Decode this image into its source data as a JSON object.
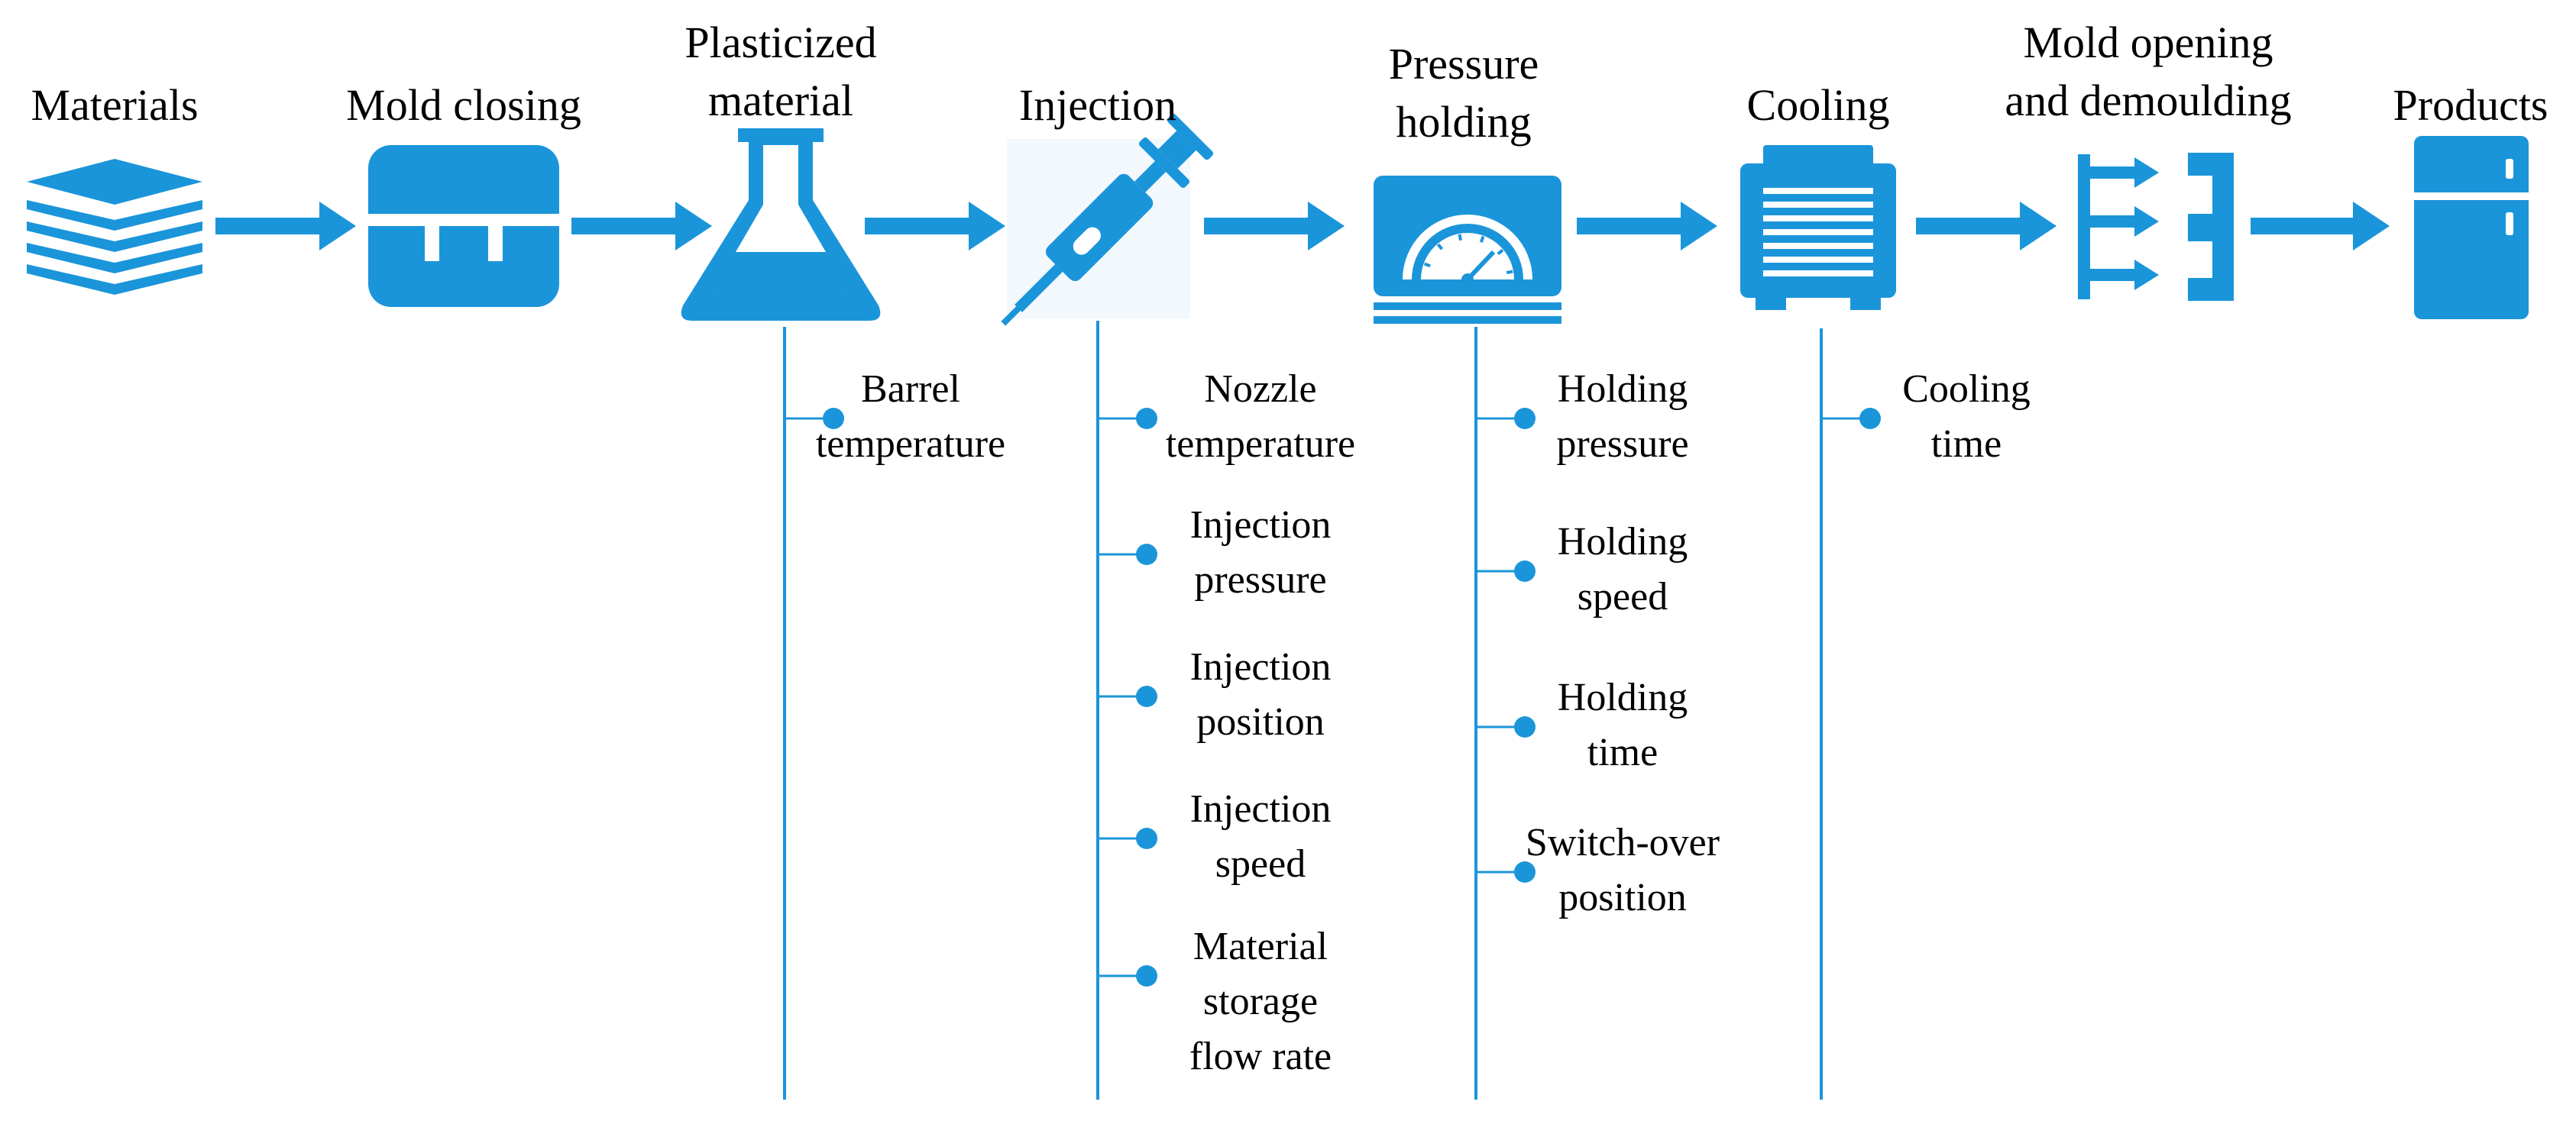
{
  "colors": {
    "accent": "#1B95DA",
    "text": "#000000",
    "background": "#FFFFFF"
  },
  "stages": [
    {
      "id": "materials",
      "title_lines": [
        "Materials"
      ],
      "icon": "material-stack-icon"
    },
    {
      "id": "mold-closing",
      "title_lines": [
        "Mold closing"
      ],
      "icon": "mold-closing-icon"
    },
    {
      "id": "plasticized-material",
      "title_lines": [
        "Plasticized",
        "material"
      ],
      "icon": "flask-icon"
    },
    {
      "id": "injection",
      "title_lines": [
        "Injection"
      ],
      "icon": "syringe-icon"
    },
    {
      "id": "pressure-holding",
      "title_lines": [
        "Pressure",
        "holding"
      ],
      "icon": "pressure-gauge-icon"
    },
    {
      "id": "cooling",
      "title_lines": [
        "Cooling"
      ],
      "icon": "cooler-icon"
    },
    {
      "id": "mold-opening",
      "title_lines": [
        "Mold opening",
        "and demoulding"
      ],
      "icon": "demoulding-icon"
    },
    {
      "id": "products",
      "title_lines": [
        "Products"
      ],
      "icon": "refrigerator-icon"
    }
  ],
  "parameters": {
    "plasticized-material": [
      [
        "Barrel",
        "temperature"
      ]
    ],
    "injection": [
      [
        "Nozzle",
        "temperature"
      ],
      [
        "Injection",
        "pressure"
      ],
      [
        "Injection",
        "position"
      ],
      [
        "Injection",
        "speed"
      ],
      [
        "Material",
        "storage",
        "flow rate"
      ]
    ],
    "pressure-holding": [
      [
        "Holding",
        "pressure"
      ],
      [
        "Holding",
        "speed"
      ],
      [
        "Holding",
        "time"
      ],
      [
        "Switch-over",
        "position"
      ]
    ],
    "cooling": [
      [
        "Cooling",
        "time"
      ]
    ]
  }
}
